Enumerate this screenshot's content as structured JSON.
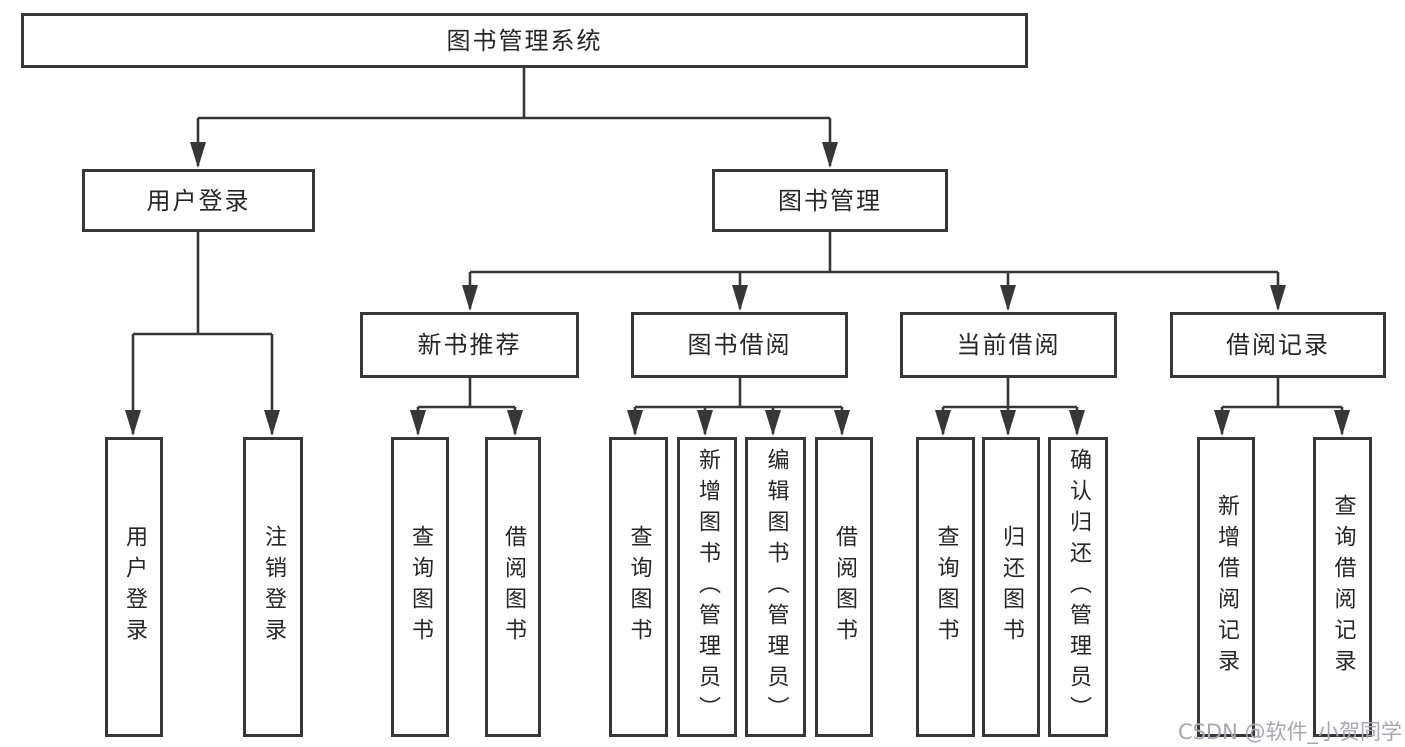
{
  "colors": {
    "line": "#373737",
    "box_border": "#373737",
    "box_fill": "#ffffff",
    "text": "#262626",
    "watermark": "#a4a9b0"
  },
  "watermark": {
    "text": "CSDN @软件_小贺同学"
  },
  "tree": {
    "label": "图书管理系统",
    "children": [
      {
        "label": "用户登录",
        "children": [
          {
            "label": "用户登录"
          },
          {
            "label": "注销登录"
          }
        ]
      },
      {
        "label": "图书管理",
        "children": [
          {
            "label": "新书推荐",
            "children": [
              {
                "label": "查询图书"
              },
              {
                "label": "借阅图书"
              }
            ]
          },
          {
            "label": "图书借阅",
            "children": [
              {
                "label": "查询图书"
              },
              {
                "label": "新增图书（管理员）"
              },
              {
                "label": "编辑图书（管理员）"
              },
              {
                "label": "借阅图书"
              }
            ]
          },
          {
            "label": "当前借阅",
            "children": [
              {
                "label": "查询图书"
              },
              {
                "label": "归还图书"
              },
              {
                "label": "确认归还（管理员）"
              }
            ]
          },
          {
            "label": "借阅记录",
            "children": [
              {
                "label": "新增借阅记录"
              },
              {
                "label": "查询借阅记录"
              }
            ]
          }
        ]
      }
    ]
  }
}
